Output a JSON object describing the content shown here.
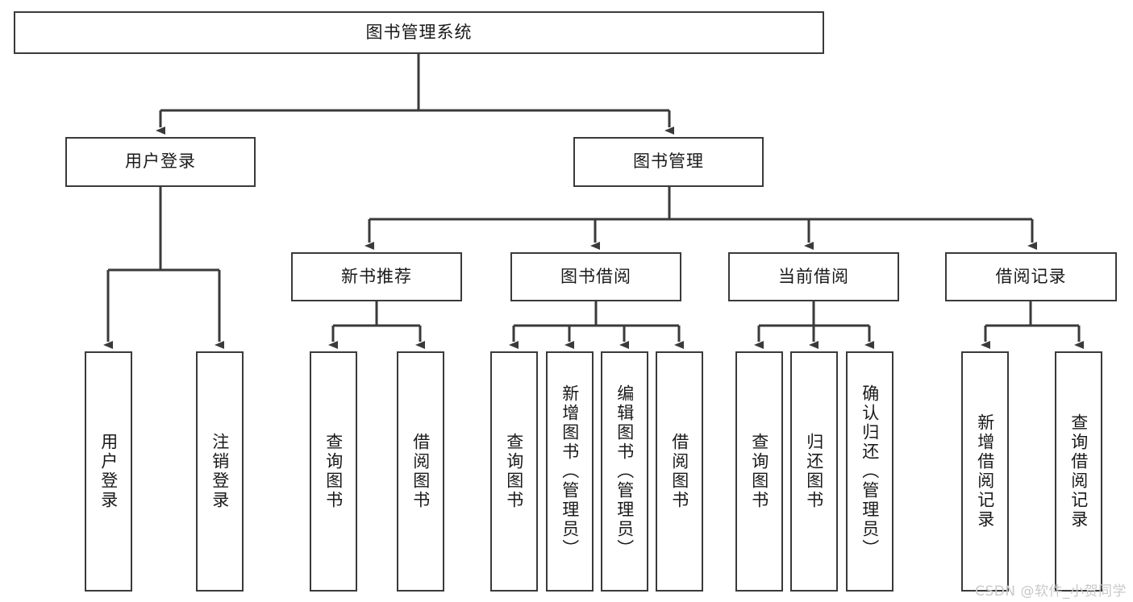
{
  "diagram": {
    "type": "tree",
    "title_node": {
      "label": "图书管理系统"
    },
    "level2": [
      {
        "label": "用户登录"
      },
      {
        "label": "图书管理"
      }
    ],
    "level3": [
      {
        "label": "新书推荐"
      },
      {
        "label": "图书借阅"
      },
      {
        "label": "当前借阅"
      },
      {
        "label": "借阅记录"
      }
    ],
    "leaves": {
      "user_login": [
        {
          "label": "用户登录"
        },
        {
          "label": "注销登录"
        }
      ],
      "new_book_recommend": [
        {
          "label": "查询图书"
        },
        {
          "label": "借阅图书"
        }
      ],
      "book_borrow": [
        {
          "label": "查询图书"
        },
        {
          "label": "新增图书（管理员）"
        },
        {
          "label": "编辑图书（管理员）"
        },
        {
          "label": "借阅图书"
        }
      ],
      "current_borrow": [
        {
          "label": "查询图书"
        },
        {
          "label": "归还图书"
        },
        {
          "label": "确认归还（管理员）"
        }
      ],
      "borrow_records": [
        {
          "label": "新增借阅记录"
        },
        {
          "label": "查询借阅记录"
        }
      ]
    }
  },
  "watermark": {
    "text": "CSDN @软件_小贺同学"
  },
  "colors": {
    "stroke": "#3a3a3a",
    "background": "#ffffff",
    "text": "#1a1a1a",
    "watermark": "#c9c9c9"
  }
}
